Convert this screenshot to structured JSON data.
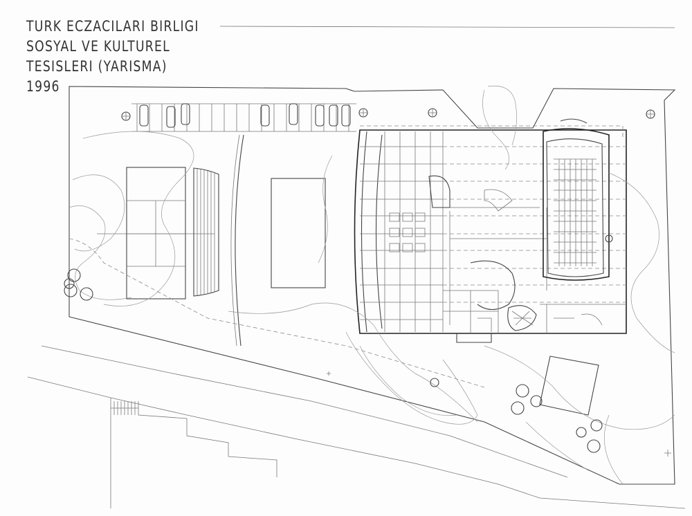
{
  "title": {
    "line1": "TURK ECZACILARI BIRLIGI",
    "line2": "SOSYAL VE KULTUREL",
    "line3": "TESISLERI (YARISMA)",
    "year": "1996"
  },
  "colors": {
    "paper": "#fdfdfd",
    "ink": "#333333"
  },
  "icons": {
    "tree": "tree-symbol-icon",
    "car": "parked-car-icon",
    "north": "survey-point-icon"
  }
}
